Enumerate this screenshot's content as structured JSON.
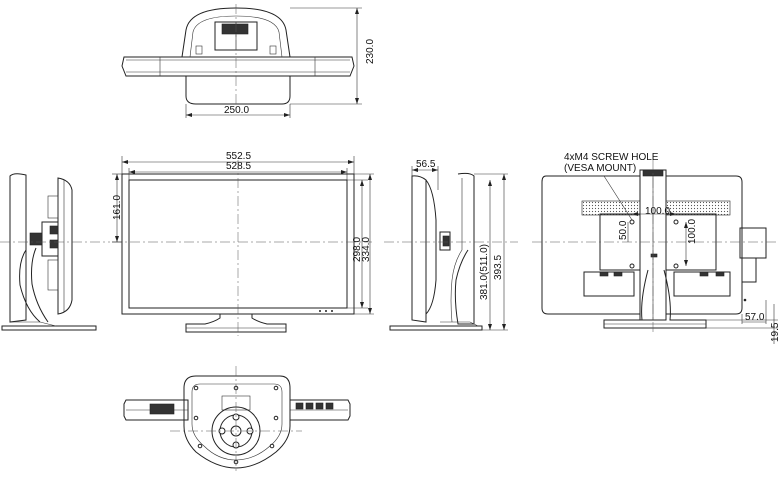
{
  "top_view": {
    "depth_dim": "230.0",
    "stand_width_dim": "250.0"
  },
  "front_view": {
    "outer_width_dim": "552.5",
    "inner_width_dim": "528.5",
    "left_height_dim": "161.0",
    "screen_height_dim": "298.0",
    "bezel_height_dim": "334.0"
  },
  "side_view": {
    "stand_offset_dim": "56.5",
    "total_height_dim": "381.0(511.0)",
    "overall_height_dim": "393.5"
  },
  "rear_view": {
    "screw_note_line1": "4xM4 SCREW HOLE",
    "screw_note_line2": "(VESA MOUNT)",
    "vesa_horizontal_dim": "100.0",
    "vesa_vertical_dim": "100.0",
    "vesa_offset_dim": "50.0",
    "side_depth_dim": "57.0",
    "base_height_dim": "19.5"
  }
}
